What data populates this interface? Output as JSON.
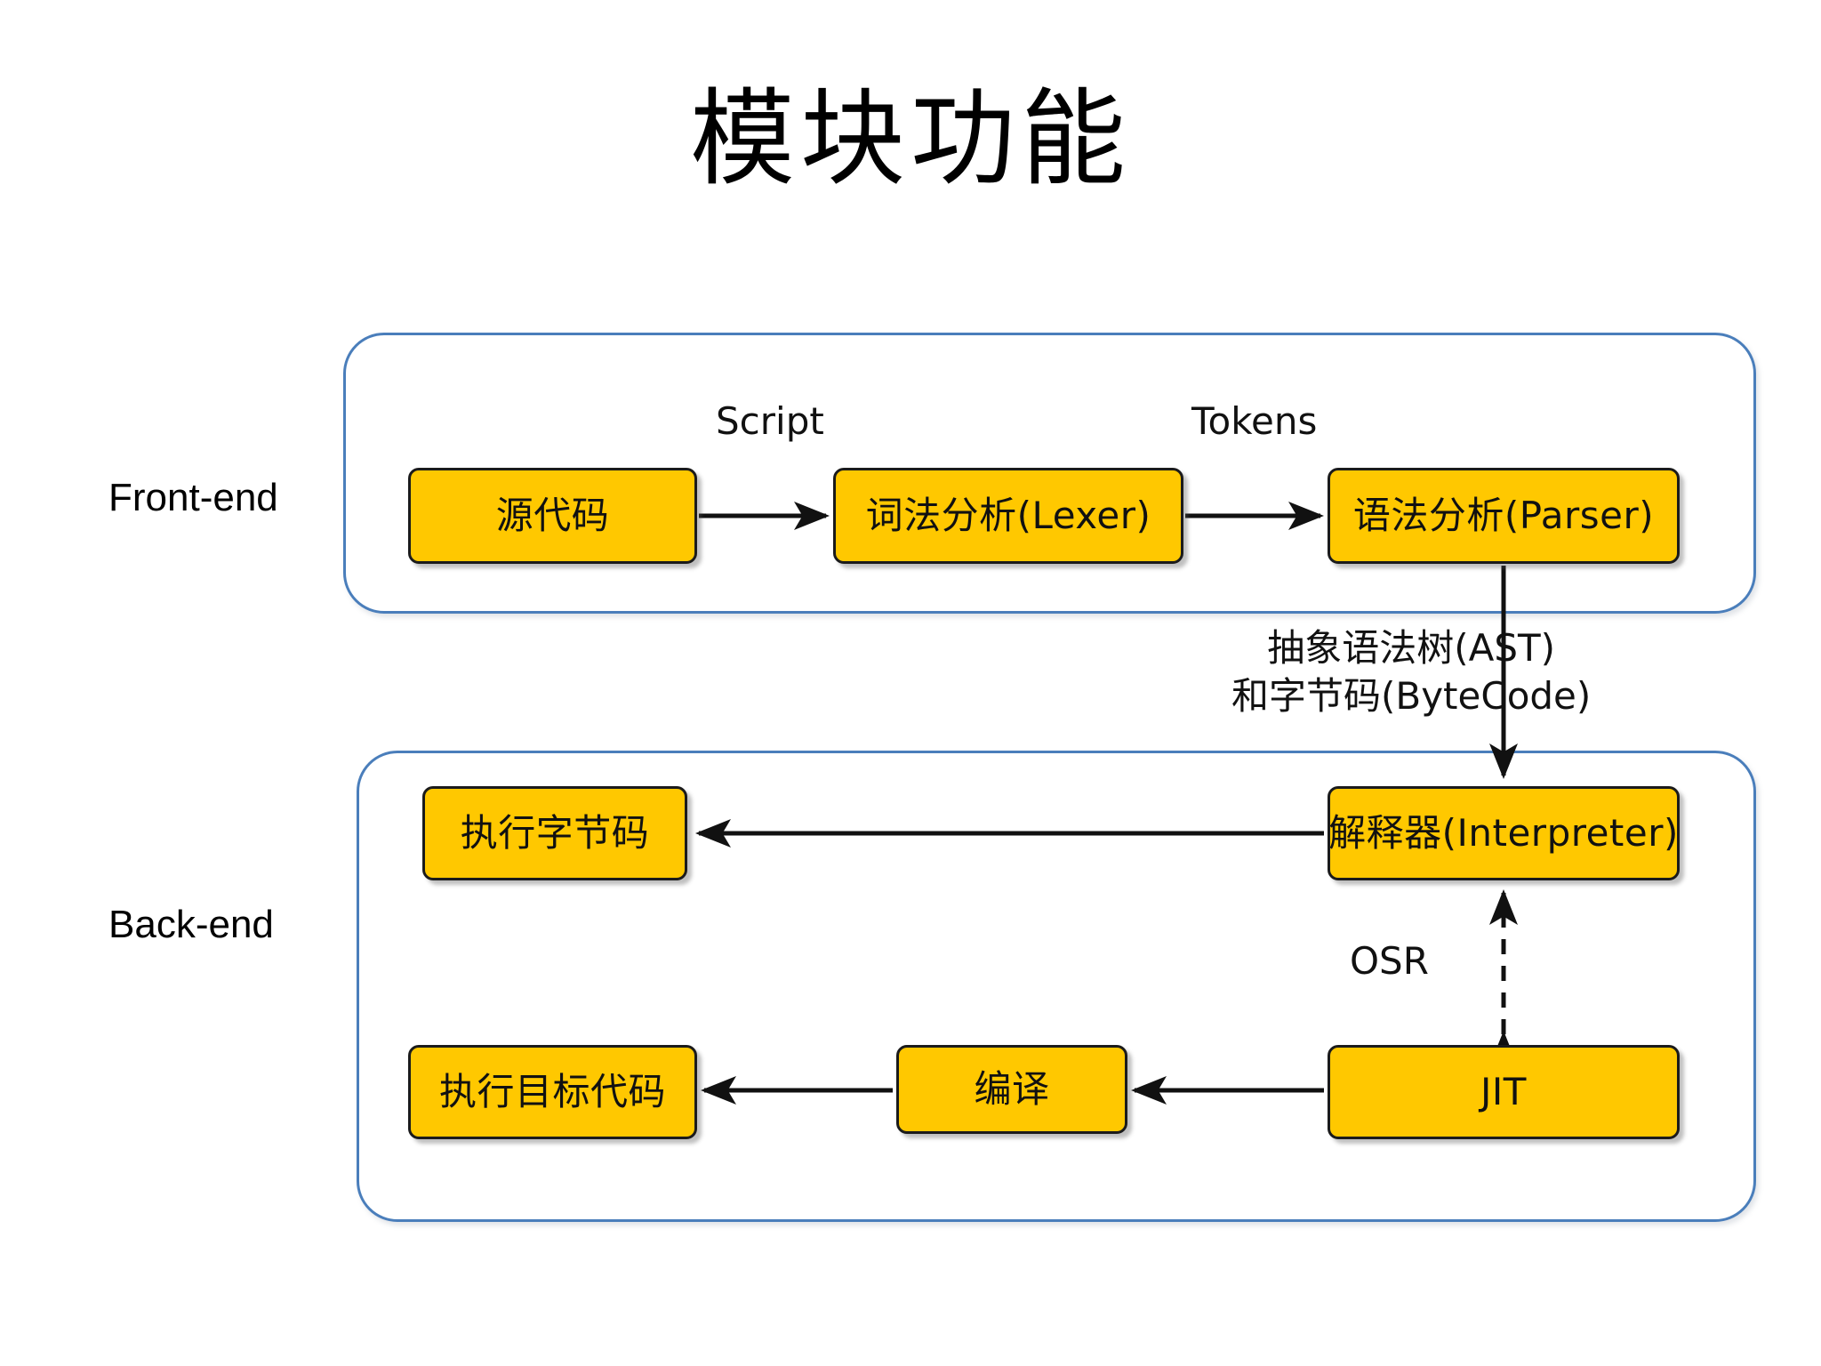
{
  "slide": {
    "title": "模块功能",
    "background": "#ffffff"
  },
  "colors": {
    "node_fill": "#ffc800",
    "node_border": "#1b1b1b",
    "group_border": "#4a7ebb",
    "text": "#111111"
  },
  "sections": [
    {
      "id": "front-end",
      "label": "Front-end"
    },
    {
      "id": "back-end",
      "label": "Back-end"
    }
  ],
  "nodes": {
    "source": "源代码",
    "lexer": "词法分析(Lexer)",
    "parser": "语法分析(Parser)",
    "exec_bytecode": "执行字节码",
    "interpreter": "解释器(Interpreter)",
    "exec_target": "执行目标代码",
    "compile": "编译",
    "jit": "JIT"
  },
  "edge_labels": {
    "script": "Script",
    "tokens": "Tokens",
    "ast_line1": "抽象语法树(AST)",
    "ast_line2": "和字节码(ByteCode)",
    "osr": "OSR"
  },
  "flow": [
    {
      "from": "源代码",
      "to": "词法分析(Lexer)",
      "label": "Script",
      "style": "solid",
      "direction": "one-way"
    },
    {
      "from": "词法分析(Lexer)",
      "to": "语法分析(Parser)",
      "label": "Tokens",
      "style": "solid",
      "direction": "one-way"
    },
    {
      "from": "语法分析(Parser)",
      "to": "解释器(Interpreter)",
      "label": "抽象语法树(AST) 和字节码(ByteCode)",
      "style": "solid",
      "direction": "one-way"
    },
    {
      "from": "解释器(Interpreter)",
      "to": "执行字节码",
      "label": "",
      "style": "solid",
      "direction": "one-way"
    },
    {
      "from": "解释器(Interpreter)",
      "to": "JIT",
      "label": "OSR",
      "style": "dashed",
      "direction": "two-way"
    },
    {
      "from": "JIT",
      "to": "编译",
      "label": "",
      "style": "solid",
      "direction": "one-way"
    },
    {
      "from": "编译",
      "to": "执行目标代码",
      "label": "",
      "style": "solid",
      "direction": "one-way"
    }
  ]
}
